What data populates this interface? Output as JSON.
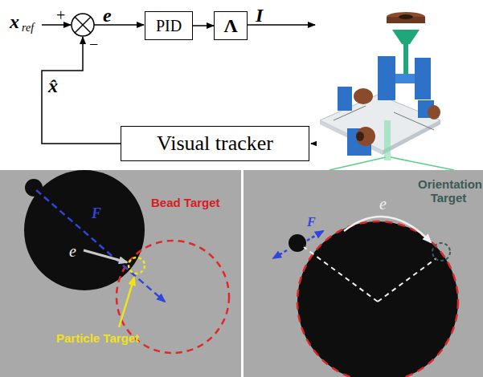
{
  "diagram": {
    "nodes": [
      {
        "text": [
          "PID"
        ]
      },
      {
        "text": [
          "Λ"
        ]
      },
      {
        "text": [
          "Visual tracker"
        ]
      }
    ],
    "edges": [
      {
        "from": 0,
        "to": 1,
        "arrow": "to"
      }
    ],
    "labels": [
      "x",
      "ref",
      "+",
      "e",
      "−",
      "I",
      "x̂",
      "Bead Target",
      "F",
      "e",
      "Particle Target",
      "F",
      "e",
      "Orientation Target"
    ]
  }
}
